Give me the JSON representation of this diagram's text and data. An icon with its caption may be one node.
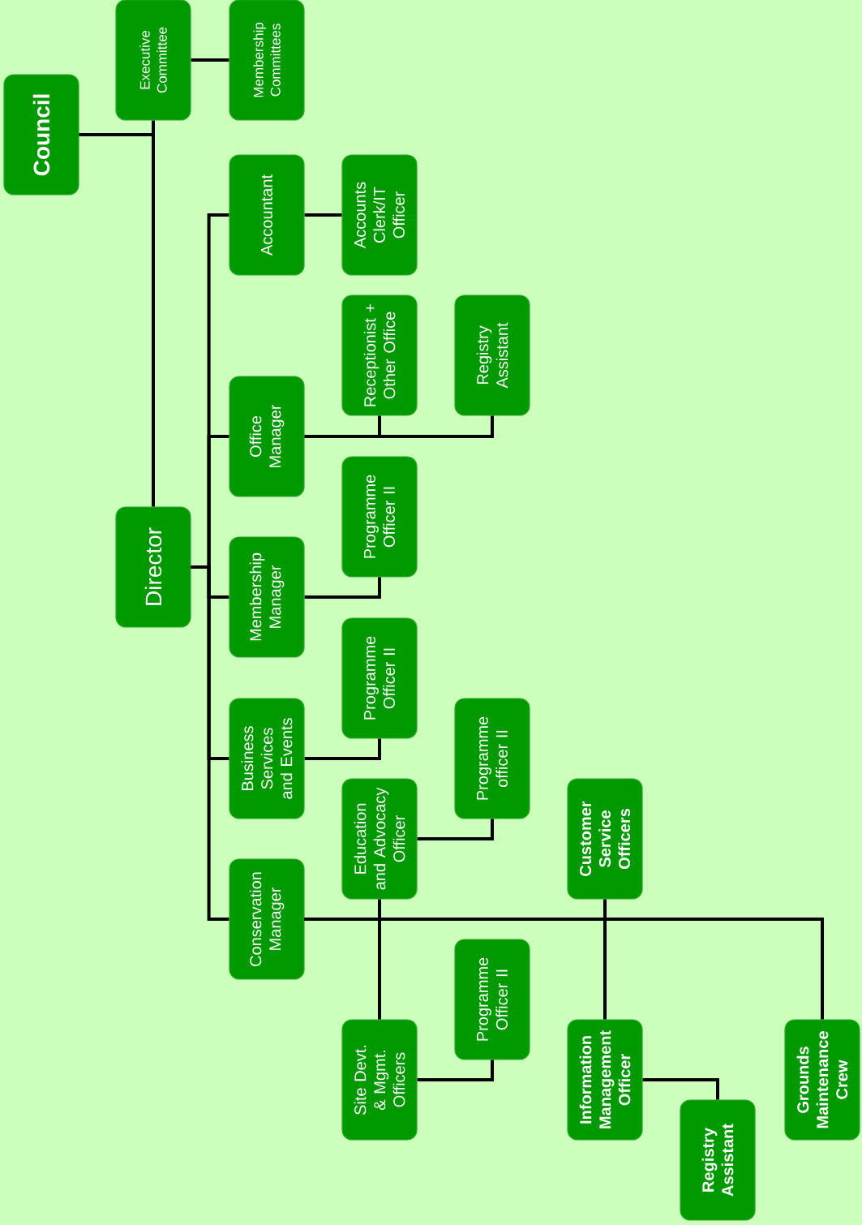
{
  "diagram": {
    "nodes": [
      {
        "text": [
          "Council"
        ]
      },
      {
        "text": [
          "Executive Committee"
        ]
      },
      {
        "text": [
          "Membership Committees"
        ]
      },
      {
        "text": [
          "Director"
        ]
      },
      {
        "text": [
          "Accountant"
        ]
      },
      {
        "text": [
          "Accounts Clerk/IT Officer"
        ]
      },
      {
        "text": [
          "Office Manager"
        ]
      },
      {
        "text": [
          "Receptionist + Other Office"
        ]
      },
      {
        "text": [
          "Registry Assistant"
        ]
      },
      {
        "text": [
          "Membership Manager"
        ]
      },
      {
        "text": [
          "Programme Officer II"
        ]
      },
      {
        "text": [
          "Business Services and Events"
        ]
      },
      {
        "text": [
          "Programme Officer II"
        ]
      },
      {
        "text": [
          "Conservation Manager"
        ]
      },
      {
        "text": [
          "Education and Advocacy Officer"
        ]
      },
      {
        "text": [
          "Programme officer II"
        ]
      },
      {
        "text": [
          "Customer Service Officers"
        ]
      },
      {
        "text": [
          "Site Devt. & Mgmt. Officers"
        ]
      },
      {
        "text": [
          "Programme Officer II"
        ]
      },
      {
        "text": [
          "Information Management Officer"
        ]
      },
      {
        "text": [
          "Registry Assistant"
        ]
      },
      {
        "text": [
          "Grounds Maintenance Crew"
        ]
      }
    ],
    "edges": [
      {
        "from": 0,
        "to": 1,
        "arrow": "none"
      },
      {
        "from": 0,
        "to": 3,
        "arrow": "none"
      },
      {
        "from": 1,
        "to": 2,
        "arrow": "none"
      },
      {
        "from": 3,
        "to": 4,
        "arrow": "none"
      },
      {
        "from": 3,
        "to": 6,
        "arrow": "none"
      },
      {
        "from": 3,
        "to": 9,
        "arrow": "none"
      },
      {
        "from": 3,
        "to": 11,
        "arrow": "none"
      },
      {
        "from": 3,
        "to": 13,
        "arrow": "none"
      },
      {
        "from": 4,
        "to": 5,
        "arrow": "none"
      },
      {
        "from": 6,
        "to": 7,
        "arrow": "none"
      },
      {
        "from": 6,
        "to": 8,
        "arrow": "none"
      },
      {
        "from": 9,
        "to": 10,
        "arrow": "none"
      },
      {
        "from": 11,
        "to": 12,
        "arrow": "none"
      },
      {
        "from": 13,
        "to": 14,
        "arrow": "none"
      },
      {
        "from": 13,
        "to": 17,
        "arrow": "none"
      },
      {
        "from": 13,
        "to": 16,
        "arrow": "none"
      },
      {
        "from": 13,
        "to": 19,
        "arrow": "none"
      },
      {
        "from": 13,
        "to": 21,
        "arrow": "none"
      },
      {
        "from": 14,
        "to": 15,
        "arrow": "none"
      },
      {
        "from": 17,
        "to": 18,
        "arrow": "none"
      },
      {
        "from": 19,
        "to": 20,
        "arrow": "none"
      }
    ]
  }
}
